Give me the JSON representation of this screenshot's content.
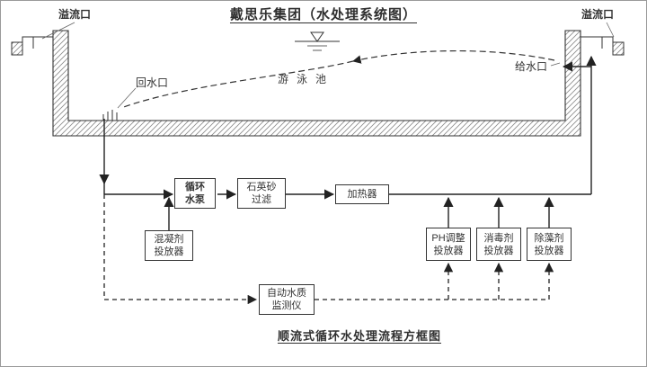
{
  "title": "戴思乐集团（水处理系统图）",
  "caption": "顺流式循环水处理流程方框图",
  "pool": {
    "overflow_left": "溢流口",
    "overflow_right": "溢流口",
    "return_port": "回水口",
    "name": "游泳池",
    "supply_port": "给水口"
  },
  "flow_boxes": {
    "pump": [
      "循环",
      "水泵"
    ],
    "filter": [
      "石英砂",
      "过滤"
    ],
    "heater": [
      "加热器"
    ],
    "coagulant": [
      "混凝剂",
      "投放器"
    ],
    "ph_adjuster": [
      "PH调整",
      "投放器"
    ],
    "disinfectant": [
      "消毒剂",
      "投放器"
    ],
    "algaecide": [
      "除藻剂",
      "投放器"
    ],
    "monitor": [
      "自动水质",
      "监测仪"
    ]
  },
  "colors": {
    "line": "#333333",
    "text": "#333333",
    "background": "#ffffff"
  }
}
